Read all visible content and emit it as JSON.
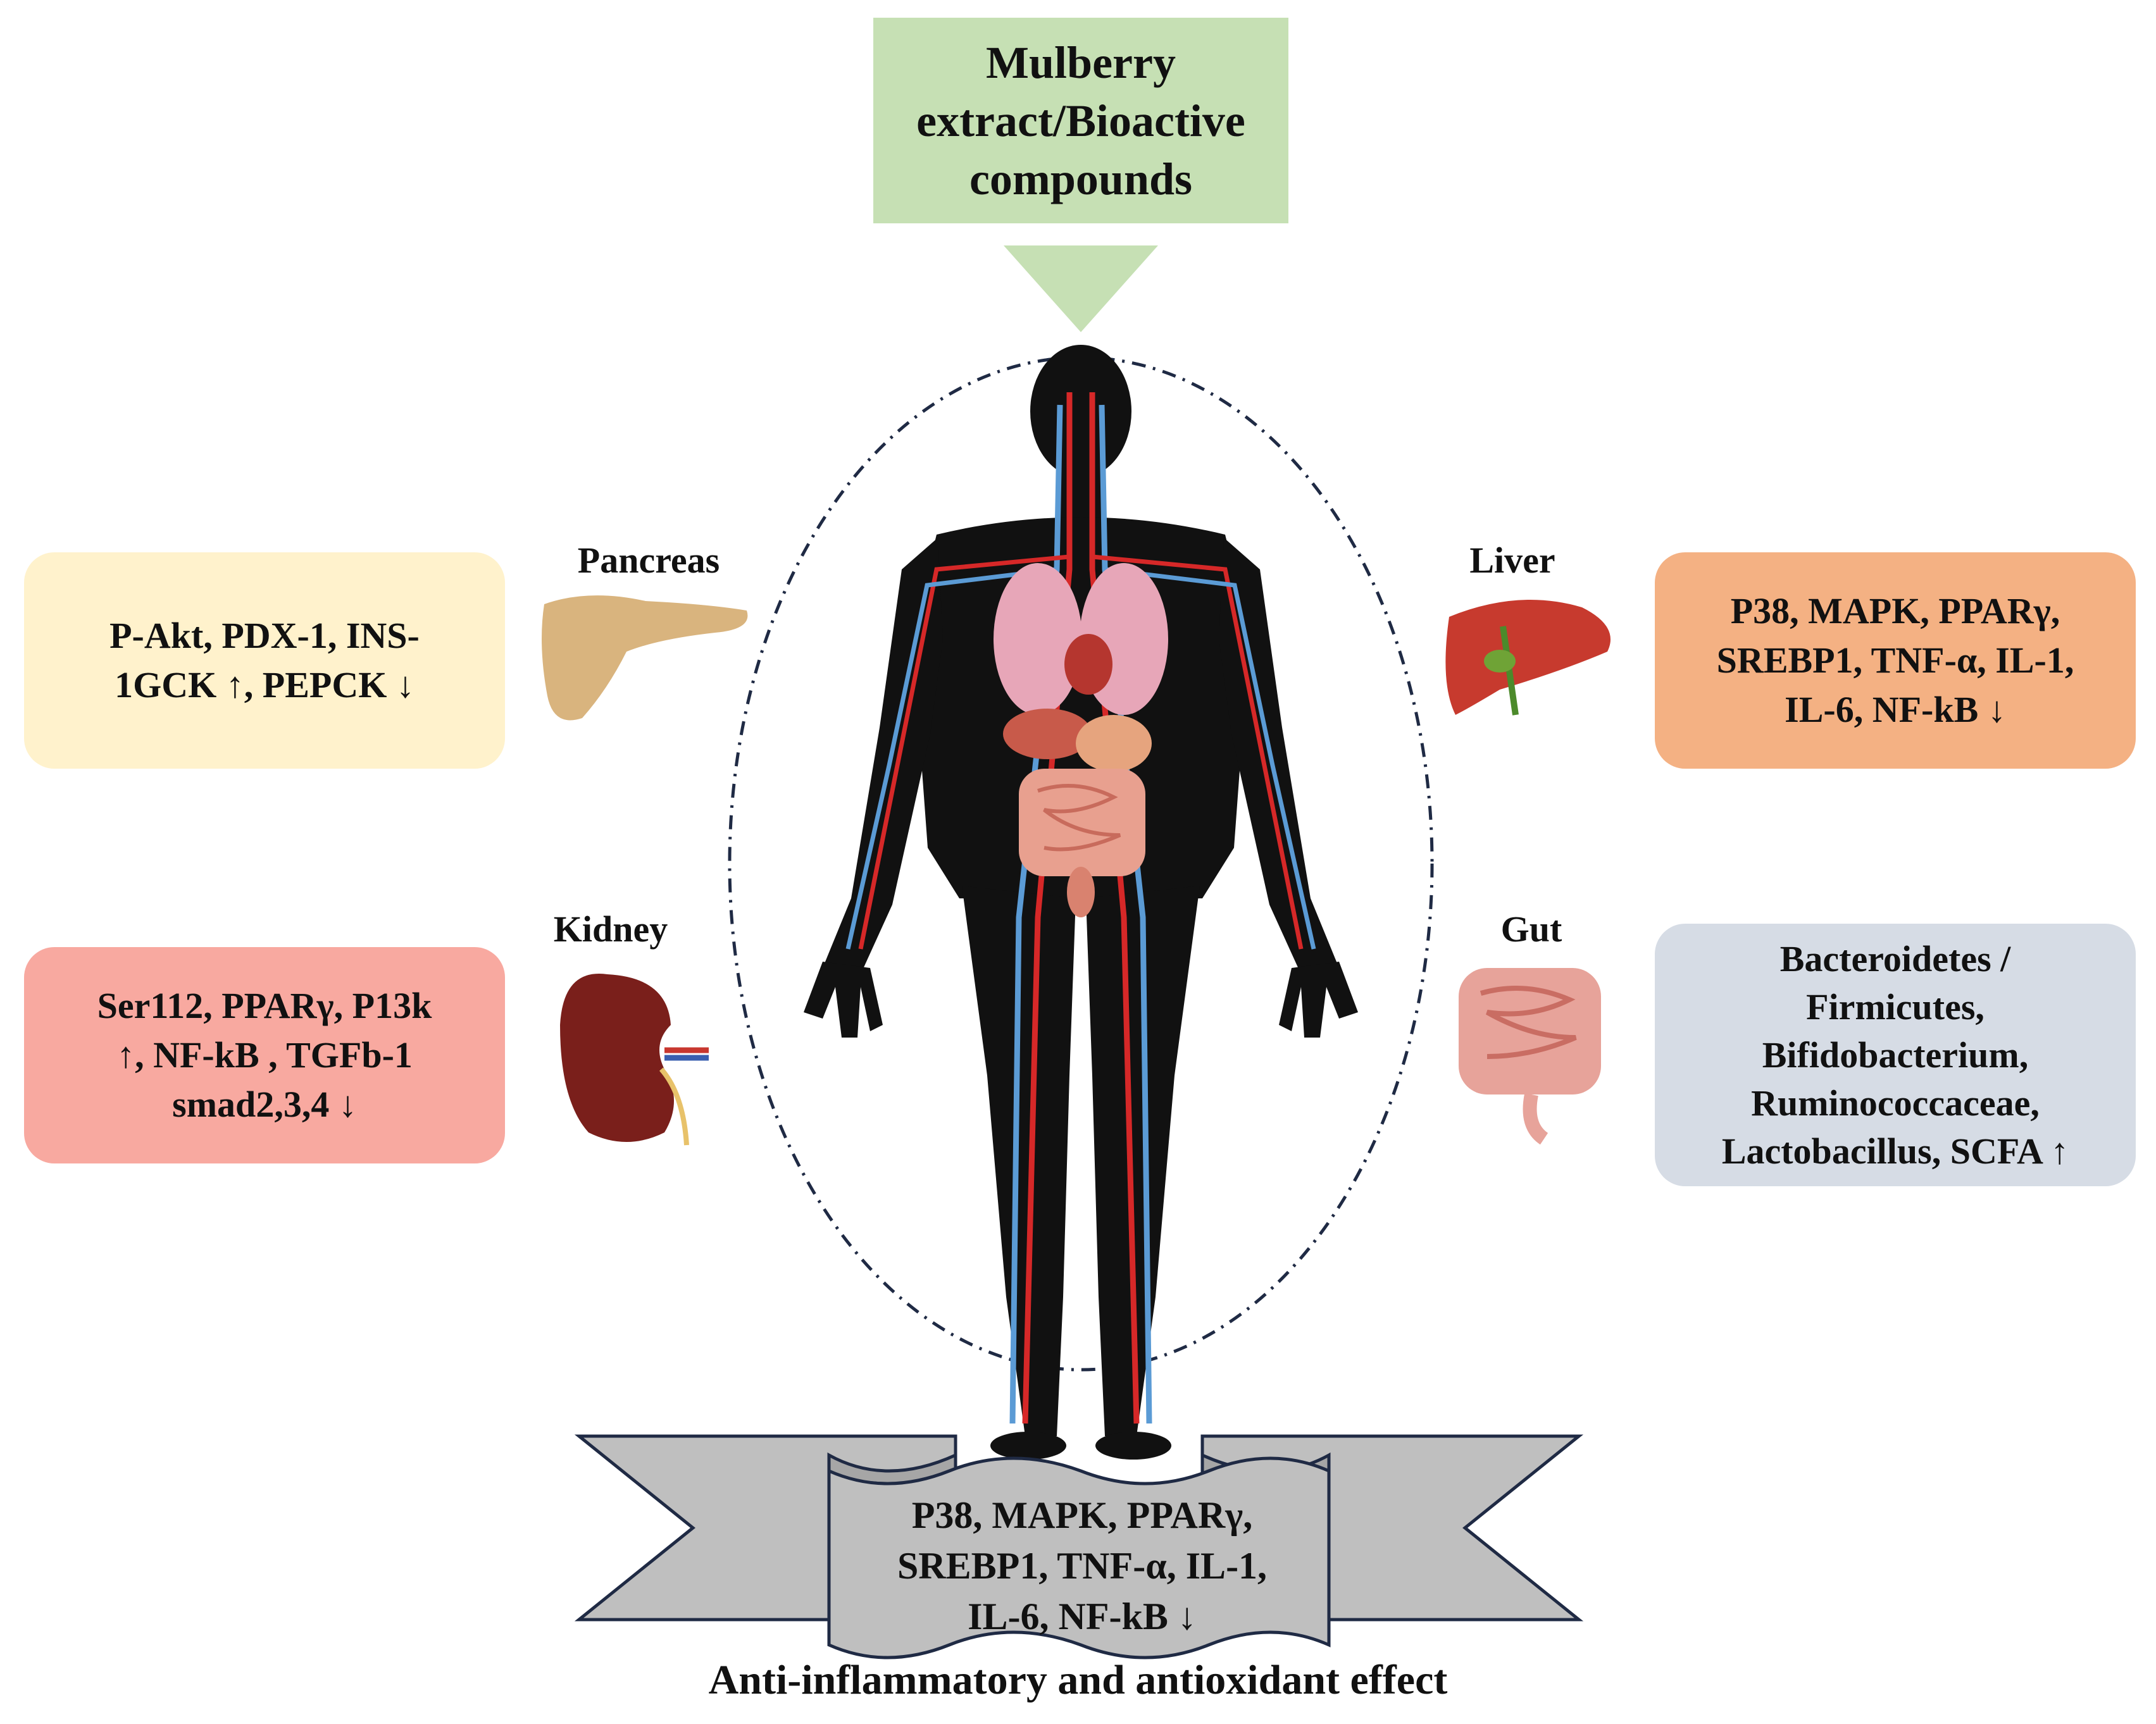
{
  "source": {
    "lines": [
      "Mulberry",
      "extract/Bioactive",
      "compounds"
    ]
  },
  "organs": {
    "pancreas": {
      "label": "Pancreas",
      "lines": [
        "P-Akt, PDX-1, INS-",
        "1GCK ↑, PEPCK ↓"
      ]
    },
    "liver": {
      "label": "Liver",
      "lines": [
        "P38, MAPK, PPARγ,",
        "SREBP1, TNF-α, IL-1,",
        "IL-6, NF-kB ↓"
      ]
    },
    "kidney": {
      "label": "Kidney",
      "lines": [
        "Ser112, PPARγ, P13k",
        "↑, NF-kB , TGFb-1",
        "smad2,3,4 ↓"
      ]
    },
    "gut": {
      "label": "Gut",
      "lines": [
        "Bacteroidetes /",
        "Firmicutes,",
        "Bifidobacterium,",
        "Ruminococcaceae,",
        "Lactobacillus, SCFA ↑"
      ]
    }
  },
  "ribbon": {
    "lines": [
      "P38, MAPK, PPARγ,",
      "SREBP1, TNF-α, IL-1,",
      "IL-6, NF-kB ↓"
    ]
  },
  "effect": "Anti-inflammatory and antioxidant effect",
  "colors": {
    "source_fill": "#c6e0b4",
    "pancreas_box": "#fff2cc",
    "liver_box": "#f4b183",
    "kidney_box": "#f8a9a0",
    "gut_box": "#d6dce5",
    "ribbon_fill": "#bfbfbf"
  }
}
